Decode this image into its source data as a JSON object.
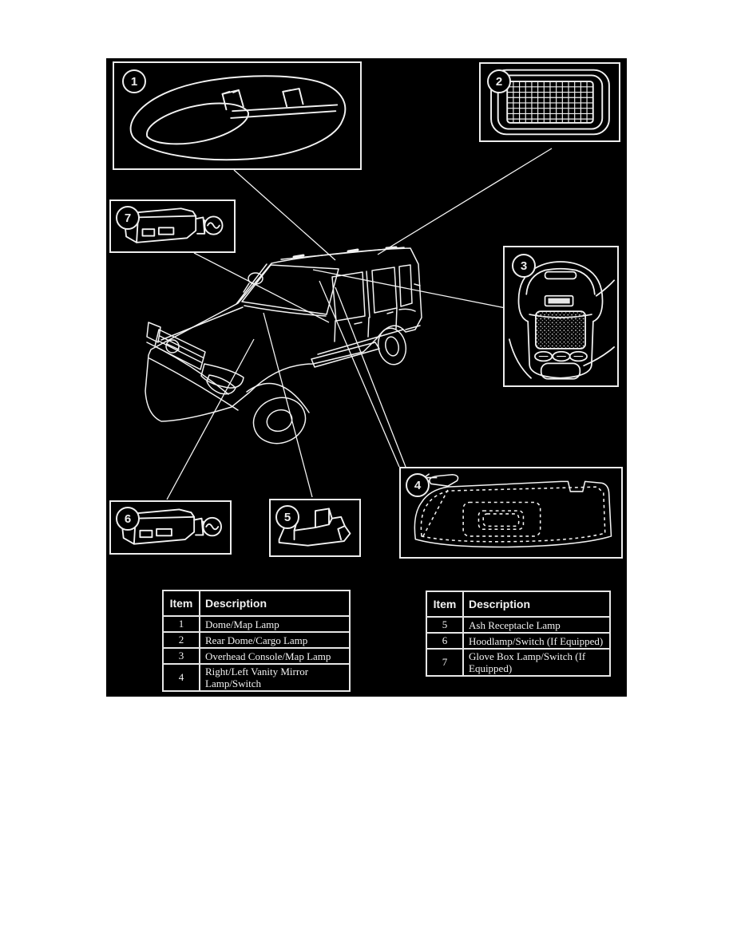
{
  "page": {
    "background": "#ffffff"
  },
  "diagram": {
    "background": "#000000",
    "line_color": "#f2f2f2",
    "callouts": [
      {
        "number": "1"
      },
      {
        "number": "2"
      },
      {
        "number": "3"
      },
      {
        "number": "4"
      },
      {
        "number": "5"
      },
      {
        "number": "6"
      },
      {
        "number": "7"
      }
    ]
  },
  "tables": [
    {
      "headers": [
        "Item",
        "Description"
      ],
      "rows": [
        [
          "1",
          "Dome/Map Lamp"
        ],
        [
          "2",
          "Rear Dome/Cargo Lamp"
        ],
        [
          "3",
          "Overhead Console/Map Lamp"
        ],
        [
          "4",
          "Right/Left Vanity Mirror Lamp/Switch"
        ]
      ]
    },
    {
      "headers": [
        "Item",
        "Description"
      ],
      "rows": [
        [
          "5",
          "Ash Receptacle Lamp"
        ],
        [
          "6",
          "Hoodlamp/Switch (If Equipped)"
        ],
        [
          "7",
          "Glove Box Lamp/Switch (If Equipped)"
        ]
      ]
    }
  ]
}
